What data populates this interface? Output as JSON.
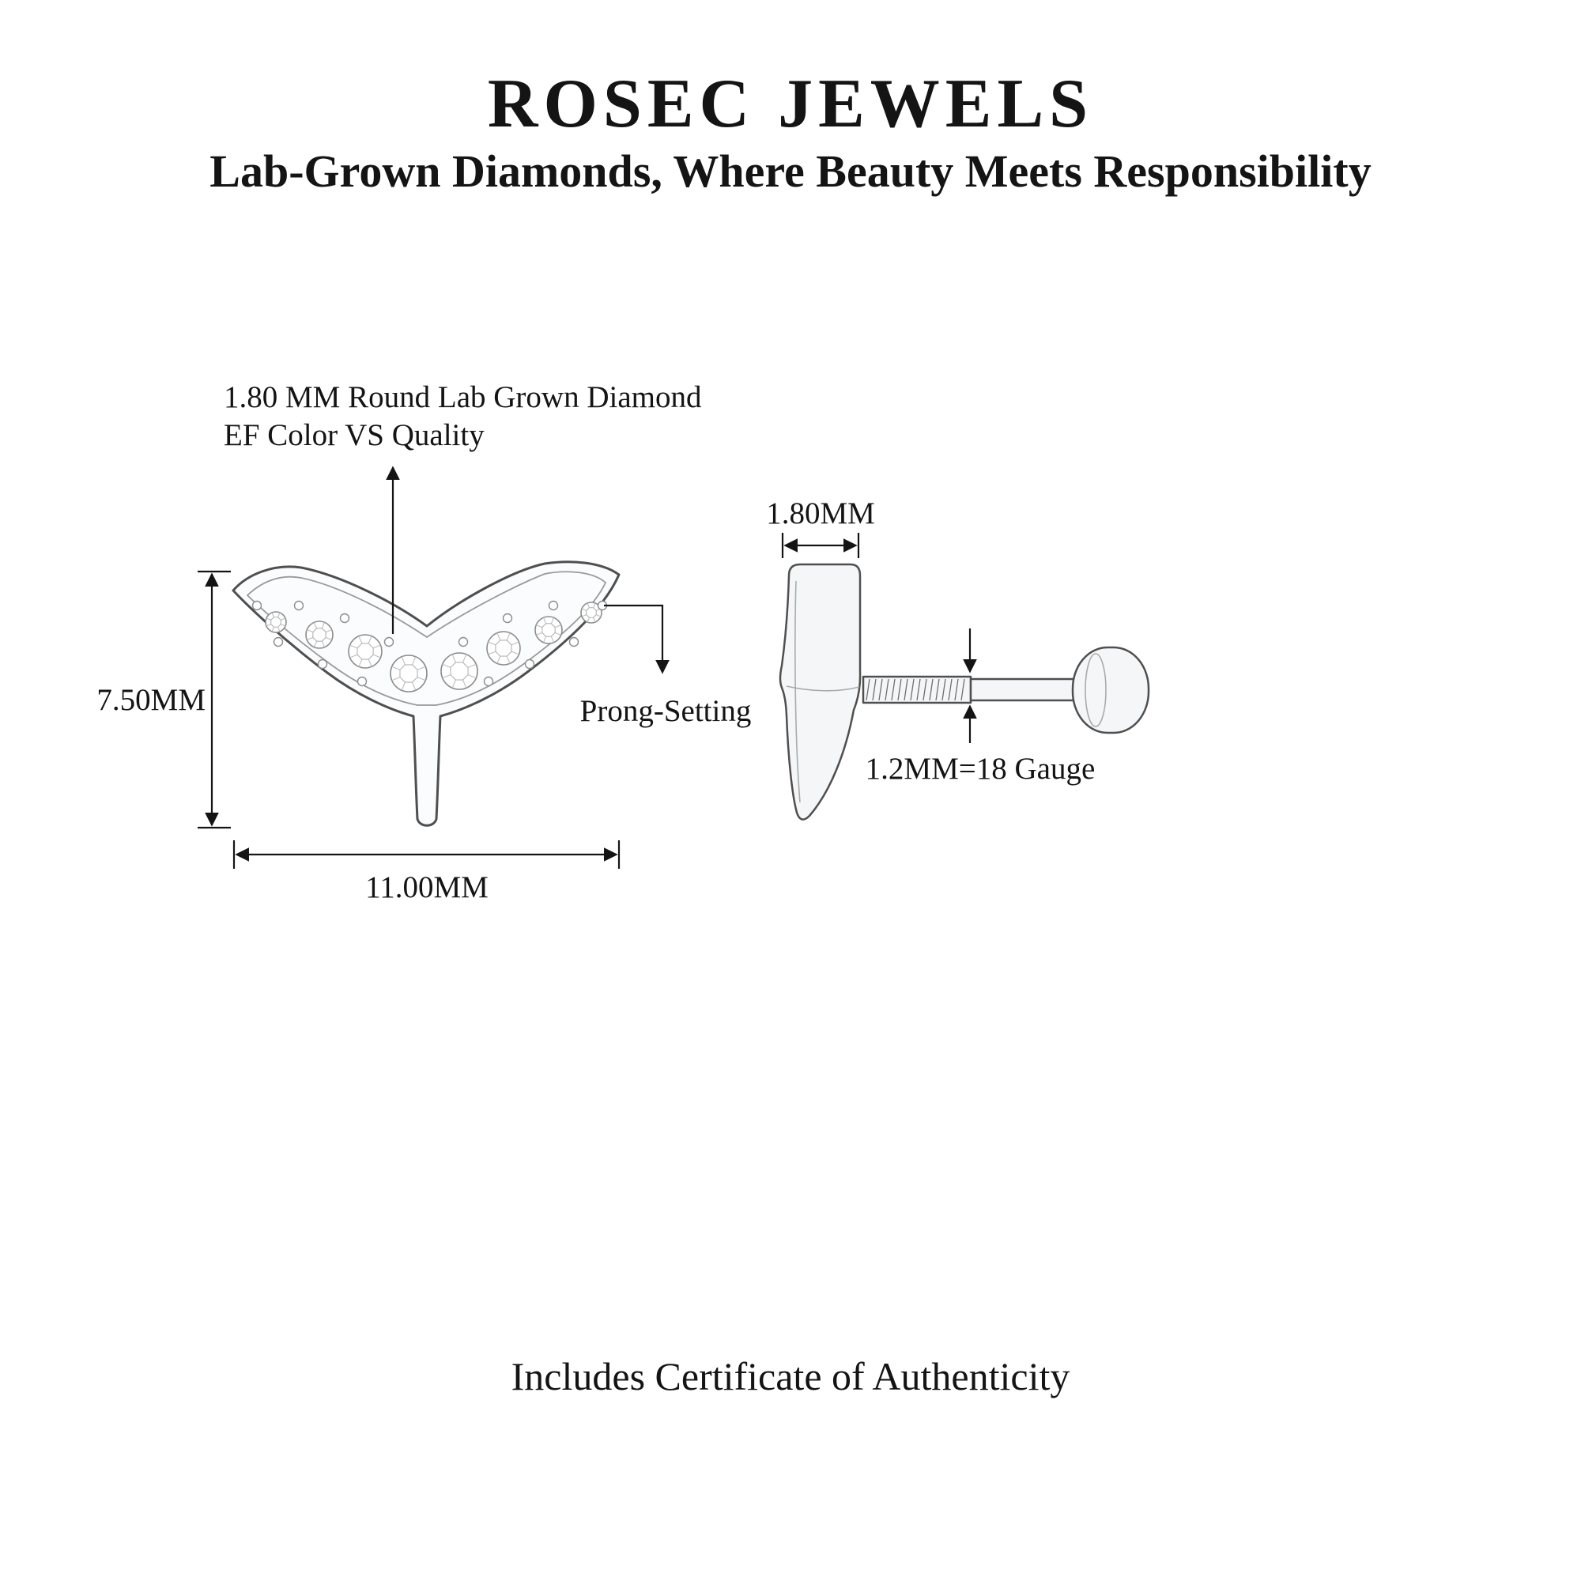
{
  "header": {
    "brand": "ROSEC JEWELS",
    "tagline": "Lab-Grown Diamonds, Where Beauty Meets Responsibility"
  },
  "front_view": {
    "stone_note_line1": "1.80 MM Round Lab Grown Diamond",
    "stone_note_line2": "EF Color VS Quality",
    "height_label": "7.50MM",
    "width_label": "11.00MM",
    "setting_label": "Prong-Setting"
  },
  "side_view": {
    "top_width_label": "1.80MM",
    "gauge_label": "1.2MM=18 Gauge"
  },
  "footer": {
    "certificate_note": "Includes Certificate of Authenticity"
  },
  "colors": {
    "background": "#ffffff",
    "ink": "#141414",
    "metal_fill": "#f5f6f7",
    "metal_stroke": "#4f4f4f"
  }
}
